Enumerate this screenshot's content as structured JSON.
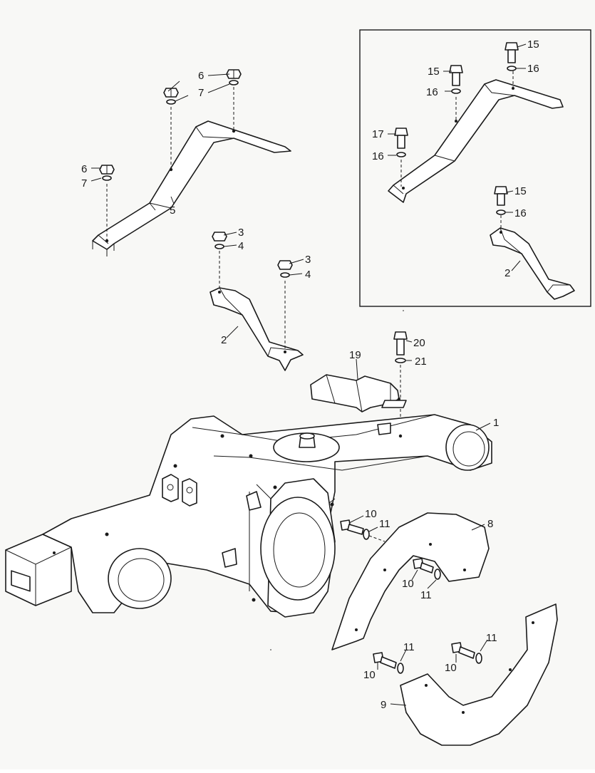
{
  "callouts": [
    {
      "id": "c-6a",
      "label": "6"
    },
    {
      "id": "c-7a",
      "label": "7"
    },
    {
      "id": "c-6b",
      "label": "6"
    },
    {
      "id": "c-7b",
      "label": "7"
    },
    {
      "id": "c-5",
      "label": "5"
    },
    {
      "id": "c-3a",
      "label": "3"
    },
    {
      "id": "c-4a",
      "label": "4"
    },
    {
      "id": "c-3b",
      "label": "3"
    },
    {
      "id": "c-4b",
      "label": "4"
    },
    {
      "id": "c-2a",
      "label": "2"
    },
    {
      "id": "c-15a",
      "label": "15"
    },
    {
      "id": "c-16a",
      "label": "16"
    },
    {
      "id": "c-15b",
      "label": "15"
    },
    {
      "id": "c-16b",
      "label": "16"
    },
    {
      "id": "c-17",
      "label": "17"
    },
    {
      "id": "c-16c",
      "label": "16"
    },
    {
      "id": "c-15c",
      "label": "15"
    },
    {
      "id": "c-16d",
      "label": "16"
    },
    {
      "id": "c-2b",
      "label": "2"
    },
    {
      "id": "c-20",
      "label": "20"
    },
    {
      "id": "c-19",
      "label": "19"
    },
    {
      "id": "c-21",
      "label": "21"
    },
    {
      "id": "c-1",
      "label": "1"
    },
    {
      "id": "c-10a",
      "label": "10"
    },
    {
      "id": "c-11a",
      "label": "11"
    },
    {
      "id": "c-8",
      "label": "8"
    },
    {
      "id": "c-10b",
      "label": "10"
    },
    {
      "id": "c-11b",
      "label": "11"
    },
    {
      "id": "c-11c",
      "label": "11"
    },
    {
      "id": "c-11d",
      "label": "11"
    },
    {
      "id": "c-10c",
      "label": "10"
    },
    {
      "id": "c-10d",
      "label": "10"
    },
    {
      "id": "c-9",
      "label": "9"
    }
  ]
}
